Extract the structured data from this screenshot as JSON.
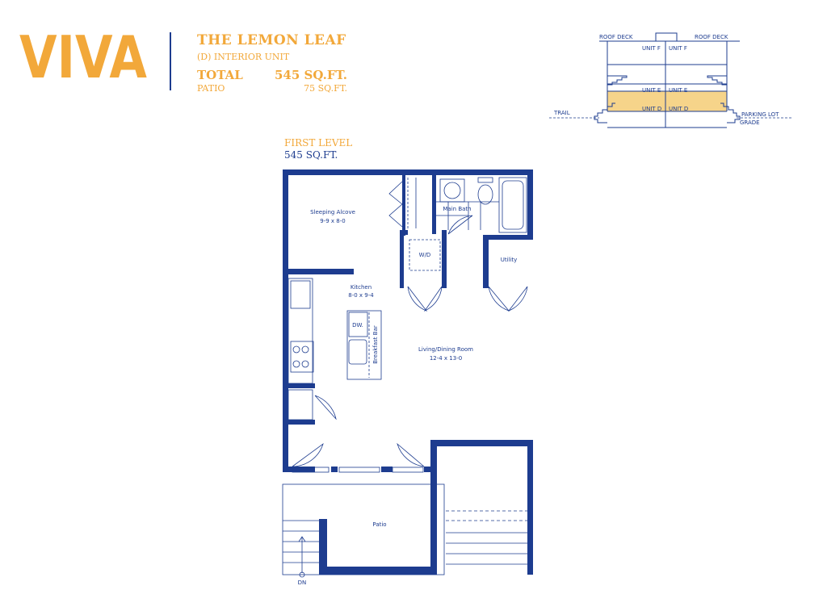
{
  "brand": {
    "logo_text": "VIVA",
    "primary_color": "#1d3c8f",
    "accent_color": "#f2a83a"
  },
  "unit": {
    "name": "THE LEMON LEAF",
    "type": "(D) INTERIOR UNIT",
    "total_label": "TOTAL",
    "total_value": "545 SQ.FT.",
    "patio_label": "PATIO",
    "patio_value": "75 SQ.FT."
  },
  "level": {
    "name": "FIRST LEVEL",
    "area": "545 SQ.FT."
  },
  "section": {
    "roof_left": "ROOF DECK",
    "roof_right": "ROOF DECK",
    "units": [
      "UNIT F",
      "UNIT F",
      "UNIT E",
      "UNIT E",
      "UNIT D",
      "UNIT D"
    ],
    "trail": "TRAIL",
    "parking": "PARKING LOT",
    "grade": "GRADE",
    "highlight_color": "#f6d48a"
  },
  "rooms": {
    "sleeping": {
      "name": "Sleeping Alcove",
      "size": "9-9 x 8-0"
    },
    "bath": {
      "name": "Main Bath"
    },
    "wd": {
      "name": "W/D"
    },
    "utility": {
      "name": "Utility"
    },
    "kitchen": {
      "name": "Kitchen",
      "size": "8-0 x 9-4"
    },
    "dw": {
      "name": "DW."
    },
    "bar": {
      "name": "Breakfast Bar"
    },
    "living": {
      "name": "Living/Dining Room",
      "size": "12-4 x 13-0"
    },
    "patio": {
      "name": "Patio"
    },
    "stairs": {
      "name": "DN"
    }
  }
}
